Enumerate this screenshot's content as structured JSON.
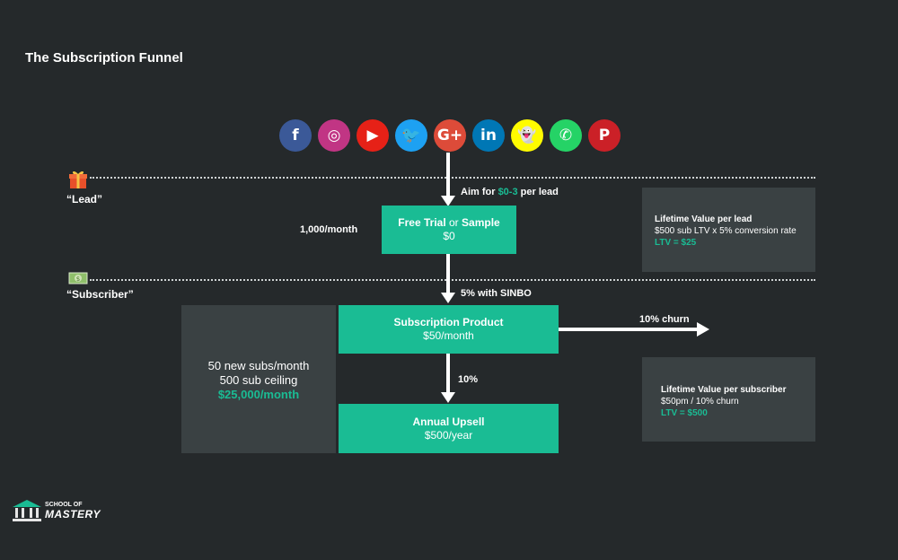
{
  "title": "The Subscription Funnel",
  "social_icons": [
    {
      "name": "facebook-icon",
      "glyph": "f",
      "color": "#3b5998"
    },
    {
      "name": "instagram-icon",
      "glyph": "◎",
      "color": "#c13584"
    },
    {
      "name": "youtube-icon",
      "glyph": "▶",
      "color": "#e62117"
    },
    {
      "name": "twitter-icon",
      "glyph": "🐦",
      "color": "#1da1f2"
    },
    {
      "name": "google-plus-icon",
      "glyph": "G+",
      "color": "#dd4b39"
    },
    {
      "name": "linkedin-icon",
      "glyph": "in",
      "color": "#0077b5"
    },
    {
      "name": "snapchat-icon",
      "glyph": "👻",
      "color": "#fffc00"
    },
    {
      "name": "whatsapp-icon",
      "glyph": "✆",
      "color": "#25d366"
    },
    {
      "name": "pinterest-icon",
      "glyph": "P",
      "color": "#cb2027"
    }
  ],
  "stages": {
    "lead": "“Lead”",
    "subscriber": "“Subscriber”"
  },
  "aim": {
    "prefix": "Aim for ",
    "value": "$0-3",
    "suffix": " per lead"
  },
  "leads_per_month": "1,000/month",
  "free_trial": {
    "title_a": "Free Trial",
    "or": " or ",
    "title_b": "Sample",
    "price": "$0"
  },
  "conversion": "5% with SINBO",
  "subscription": {
    "title": "Subscription Product",
    "price": "$50/month"
  },
  "churn": "10% churn",
  "upsell_rate": "10%",
  "upsell": {
    "title": "Annual Upsell",
    "price": "$500/year"
  },
  "subs_summary": {
    "line1": "50 new subs/month",
    "line2": "500 sub ceiling",
    "line3": "$25,000/month"
  },
  "ltv_lead": {
    "title": "Lifetime Value per lead",
    "line1": "$500 sub LTV x 5% conversion rate",
    "line2": "LTV = $25"
  },
  "ltv_sub": {
    "title": "Lifetime Value per subscriber",
    "line1": "$50pm / 10% churn",
    "line2": "LTV = $500"
  },
  "logo": {
    "line1": "SCHOOL OF",
    "line2": "MASTERY"
  }
}
